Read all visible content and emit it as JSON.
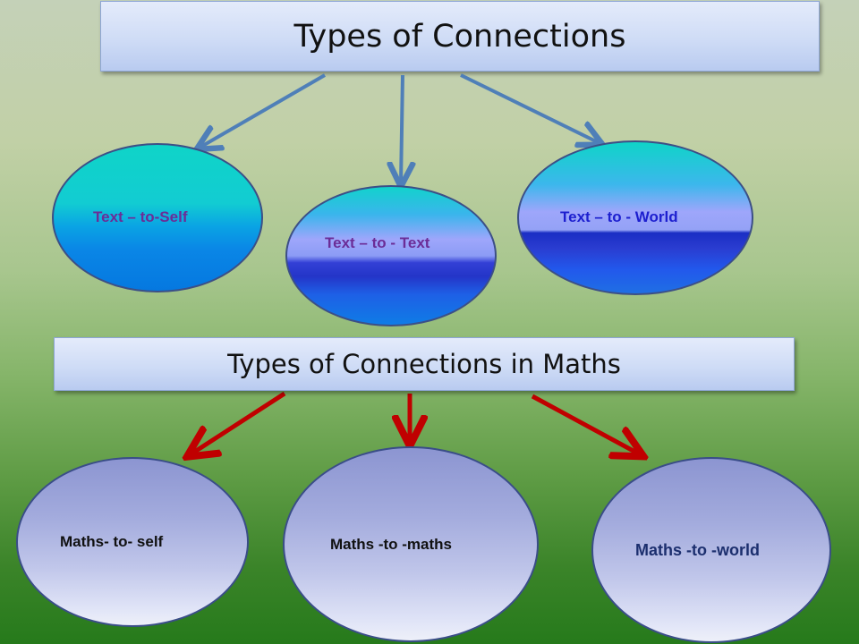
{
  "titles": {
    "main": "Types of Connections",
    "maths": "Types of Connections in Maths"
  },
  "text_connections": [
    "Text – to-Self",
    "Text – to - Text",
    "Text – to - World"
  ],
  "maths_connections": [
    "Maths- to- self",
    "Maths -to -maths",
    "Maths -to -world"
  ],
  "colors": {
    "top_arrows": "#4f7fb8",
    "bottom_arrows": "#c00000",
    "text_label": "#6b2d97",
    "world_label": "#1d1fcf"
  }
}
